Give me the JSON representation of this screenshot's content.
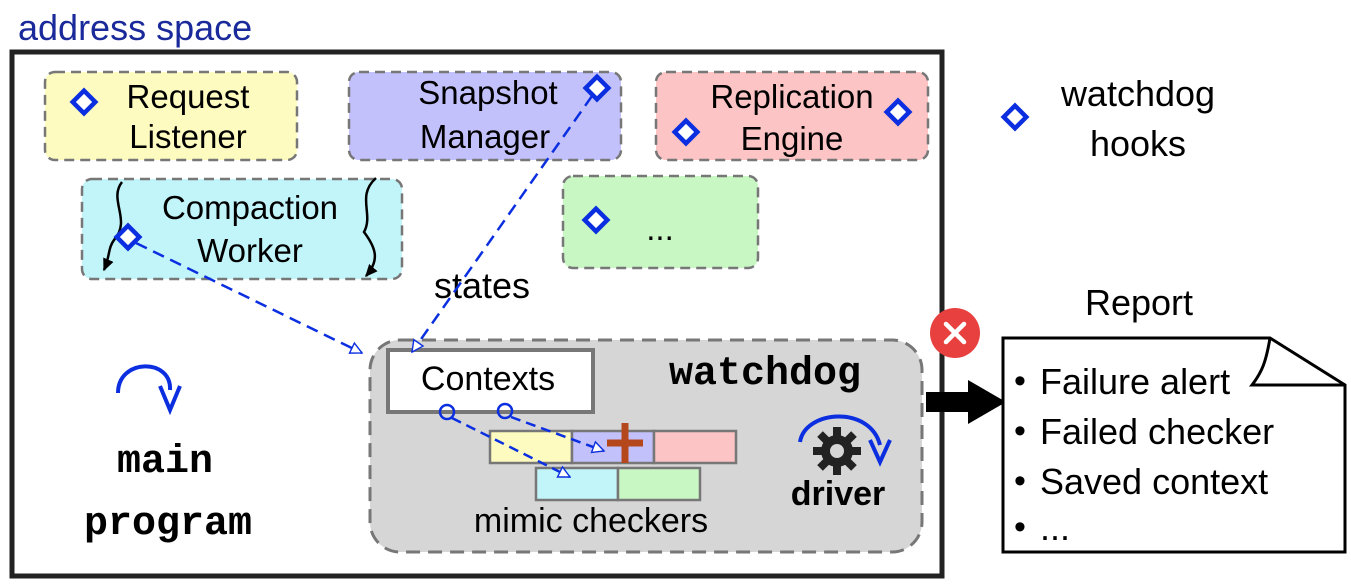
{
  "title": "address space",
  "components": {
    "request_listener": [
      "Request",
      "Listener"
    ],
    "snapshot_manager": [
      "Snapshot",
      "Manager"
    ],
    "replication_engine": [
      "Replication",
      "Engine"
    ],
    "compaction_worker": [
      "Compaction",
      "Worker"
    ],
    "ellipsis": "..."
  },
  "legend": {
    "label_line1": "watchdog",
    "label_line2": "hooks",
    "icon": "diamond-hook-icon"
  },
  "states_label": "states",
  "main_program": [
    "main",
    "program"
  ],
  "watchdog": {
    "title": "watchdog",
    "contexts": "Contexts",
    "checkers_label": "mimic checkers",
    "driver_label": "driver",
    "failed_mark": "cross-mark-icon"
  },
  "report": {
    "title": "Report",
    "items": [
      "Failure alert",
      "Failed checker",
      "Saved context",
      "..."
    ],
    "error_icon": "error-x-icon"
  },
  "colors": {
    "title": "#1a2a9a",
    "hook": "#0b2fe0",
    "request": "#fdfbbf",
    "snapshot": "#c3c1fb",
    "replication": "#fcc4c5",
    "compaction": "#c2f5fa",
    "ellipsis_box": "#c9f7c4",
    "watchdog_bg": "#d6d6d6",
    "error": "#e8403e",
    "cross": "#b4471c"
  }
}
